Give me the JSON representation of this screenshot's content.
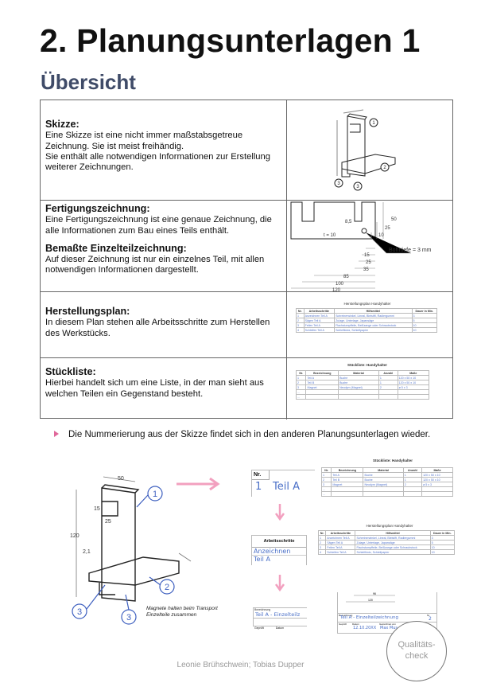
{
  "title": "2. Planungsunterlagen 1",
  "subtitle": "Übersicht",
  "overview": [
    {
      "heading": "Skizze:",
      "text": "Eine Skizze ist eine nicht immer maßstabsgetreue Zeichnung. Sie ist meist freihändig.",
      "text2": "Sie enthält alle notwendigen Informationen zur Erstellung weiterer Zeichnungen."
    },
    {
      "heading": "Fertigungszeichnung:",
      "text": "Eine Fertigungszeichnung ist eine genaue Zeichnung, die alle Informationen zum Bau eines Teils enthält.",
      "heading2": "Bemaßte Einzelteilzeichnung:",
      "text2": "Auf dieser Zeichnung ist nur ein einzelnes Teil, mit allen notwendigen Informationen dargestellt."
    },
    {
      "heading": "Herstellungsplan:",
      "text": "In diesem Plan stehen alle Arbeitsschritte zum Herstellen des Werkstücks."
    },
    {
      "heading": "Stückliste:",
      "text": "Hierbei handelt sich um eine Liste, in der man sieht aus welchen Teilen ein Gegenstand besteht."
    }
  ],
  "sketch": {
    "dims": [
      "50",
      "15",
      "25",
      "120",
      "2,1"
    ],
    "labels": [
      "1",
      "2",
      "3",
      "3"
    ],
    "note": "Magnete halten beim Transport Einzelteile zusammen"
  },
  "drawing": {
    "dims": [
      "8,5",
      "t = 10",
      "50",
      "25",
      "10",
      "15",
      "25",
      "35",
      "85",
      "100",
      "120"
    ],
    "note": "Bohrtiefe = 3 mm"
  },
  "plan": {
    "title": "Herstellungsplan Handyhalter",
    "headers": [
      "Nr.",
      "Arbeitsschritte",
      "Hilfsmittel",
      "Dauer in Min."
    ],
    "rows": [
      [
        "1",
        "Anzeichnen Teil A",
        "Schreinerwinkel, Lineal, Bleistift, Radiergummi",
        "3"
      ],
      [
        "2",
        "Sägen Teil A",
        "Zulage, Unterlage, Japansäge",
        "5"
      ],
      [
        "3",
        "Feilen Teil A",
        "Flachstumpffeile, Beißzange oder Schraubstock",
        "10"
      ],
      [
        "4",
        "Schleifen Teil A",
        "Schleifklotz, Schleifpapier",
        "10"
      ]
    ]
  },
  "parts": {
    "title": "Stückliste: Handyhalter",
    "headers": [
      "Nr.",
      "Bezeichnung",
      "Material",
      "Anzahl",
      "Maße"
    ],
    "rows": [
      [
        "1",
        "Teil A",
        "Buche",
        "1",
        "120 x 50 x 10"
      ],
      [
        "2",
        "Teil B",
        "Buche",
        "1",
        "120 x 50 x 10"
      ],
      [
        "3",
        "Magnet",
        "Neodym (Magnet)",
        "2",
        "ø 5 x 3"
      ],
      [
        "...",
        "",
        "",
        "",
        ""
      ],
      [
        "...",
        "",
        "",
        "",
        ""
      ]
    ]
  },
  "bullet": "Die Nummerierung aus der Skizze findet sich in den anderen Planungsunterlagen wieder.",
  "flow": {
    "nr_header": "Nr.",
    "nr_value": "1",
    "nr_name": "Teil A",
    "steps_header": "Arbeitsschritte",
    "step": "Anzeichnen",
    "step_part": "Teil A",
    "desig_header": "Bezeichnung",
    "desig_value": "Teil A - Einzelteilz",
    "checked": "Geprüft",
    "date": "Datum"
  },
  "titleblock": {
    "dim1": "96",
    "dim2": "120",
    "desig_header": "Bezeichnung",
    "desig_value": "Teil A - Einzelteilzeichnung",
    "nr_header": "Nr.",
    "nr_value": "2",
    "checked": "Geprüft",
    "date_header": "Datum",
    "date_value": "12.10.20XX",
    "drawn_header": "Gezeichnet von",
    "drawn_value": "Max Mus"
  },
  "quality_check": "Qualitäts-check",
  "footer": "Leonie Brühschwein; Tobias Dupper",
  "colors": {
    "accent": "#e0679a",
    "subtitle": "#3f4b68",
    "handwriting": "#4a6fc7"
  }
}
